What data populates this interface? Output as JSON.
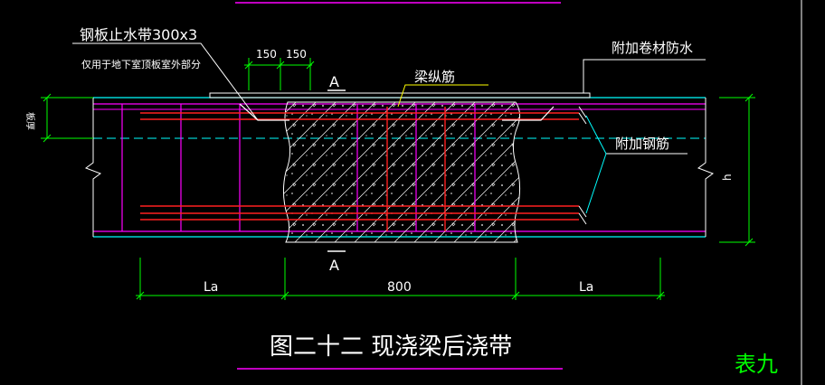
{
  "labels": {
    "waterstop": "钢板止水带300x3",
    "waterstop_note": "仅用于地下室顶板室外部分",
    "dim_150_a": "150",
    "dim_150_b": "150",
    "section_top": "A",
    "section_bottom": "A",
    "beam_rebar": "梁纵筋",
    "extra_membrane": "附加卷材防水",
    "extra_rebar": "附加钢筋",
    "slab_thickness": "板厚",
    "beam_height": "h",
    "dim_la_left": "La",
    "dim_800": "800",
    "dim_la_right": "La",
    "title": "图二十二  现浇梁后浇带",
    "table_no": "表九"
  },
  "colors": {
    "background": "#000000",
    "beam_outline": "#ff00ff",
    "beam_top": "#00ffff",
    "rebar": "#ff2020",
    "dimension": "#00ff00",
    "text": "#ffffff",
    "leader": "#00ffff",
    "leader_yellow": "#ffff00",
    "title_text": "#ffffff",
    "table_text": "#00ff00",
    "hatch": "#ffffff"
  }
}
